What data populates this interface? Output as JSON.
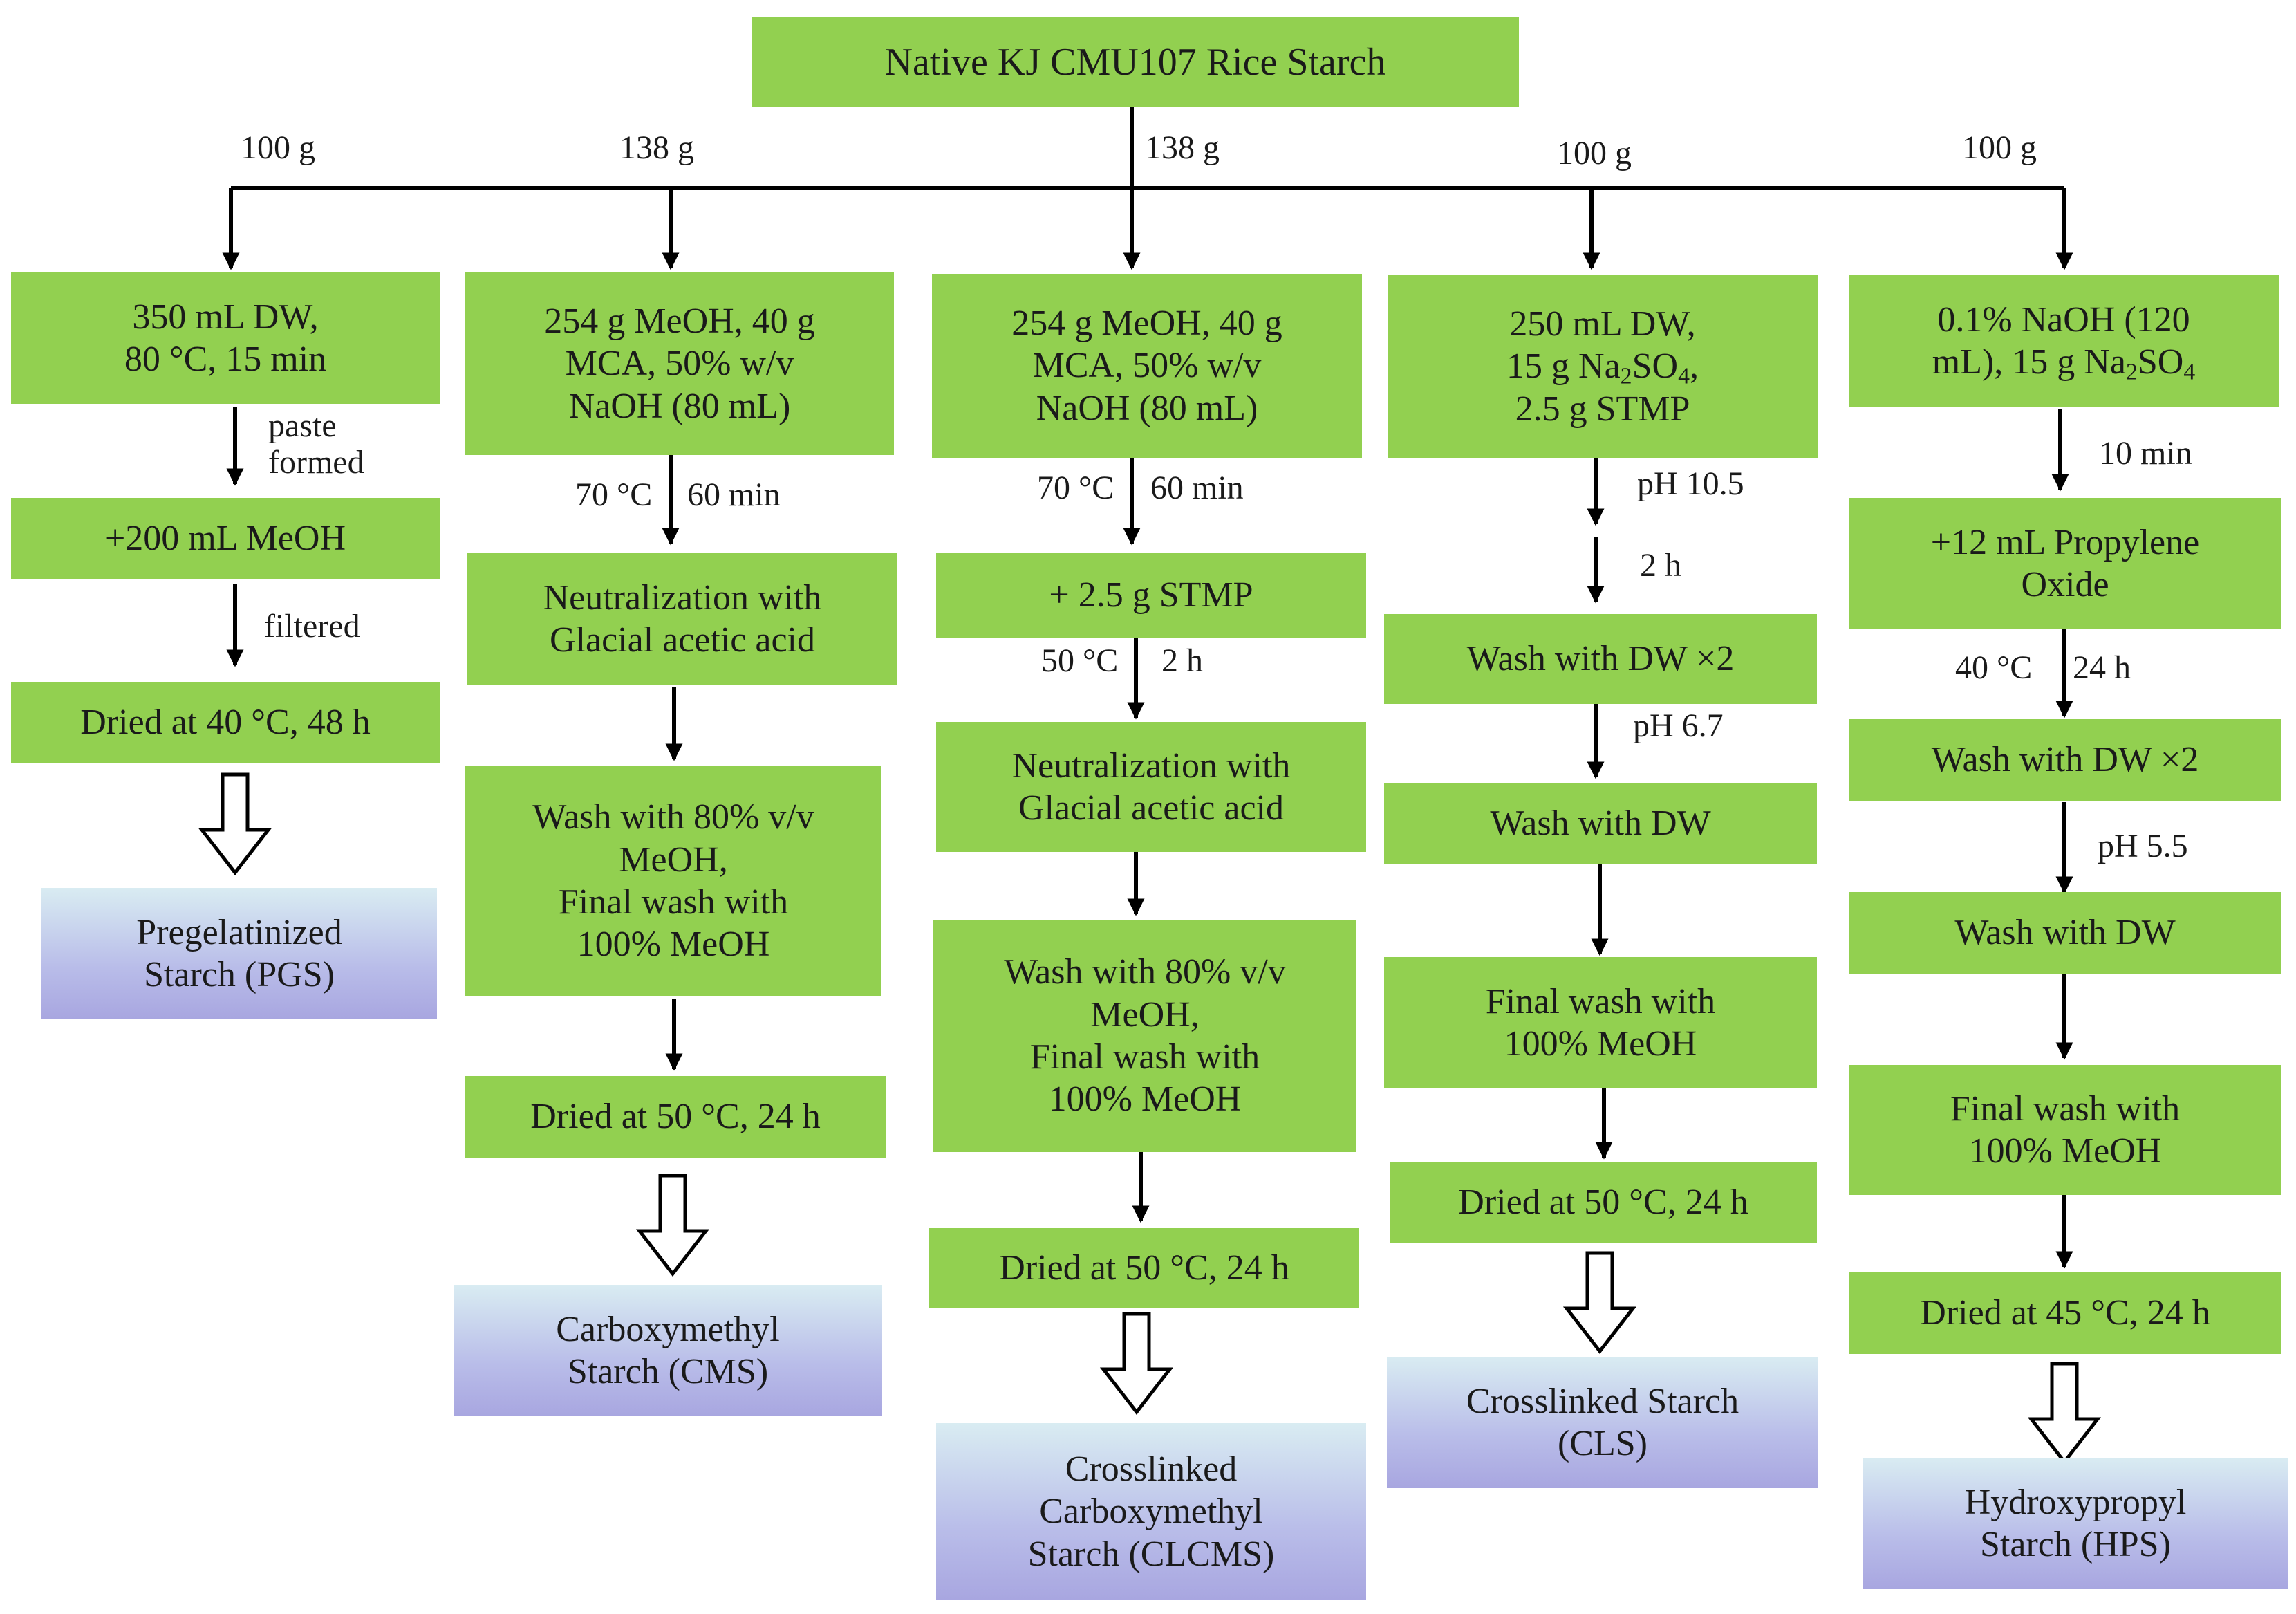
{
  "root": {
    "label": "Native KJ CMU107 Rice Starch"
  },
  "amounts": [
    "100 g",
    "138 g",
    "138 g",
    "100 g",
    "100 g"
  ],
  "columns": [
    {
      "steps": [
        "350 mL DW,\n80 °C, 15 min",
        "+200 mL MeOH",
        "Dried at 40 °C, 48 h"
      ],
      "conditions": [
        "paste\nformed",
        "filtered"
      ],
      "product": "Pregelatinized\nStarch (PGS)"
    },
    {
      "steps": [
        "254 g MeOH, 40 g\nMCA, 50% w/v\nNaOH (80 mL)",
        "Neutralization with\nGlacial acetic acid",
        "Wash with 80% v/v\nMeOH,\nFinal wash with\n100% MeOH",
        "Dried at 50 °C, 24 h"
      ],
      "conditions": [
        "70 °C",
        "60 min"
      ],
      "product": "Carboxymethyl\nStarch (CMS)"
    },
    {
      "steps": [
        "254 g MeOH, 40 g\nMCA, 50% w/v\nNaOH (80 mL)",
        "+ 2.5 g STMP",
        "Neutralization with\nGlacial acetic acid",
        "Wash with 80% v/v\nMeOH,\nFinal wash with\n100% MeOH",
        "Dried at 50 °C, 24 h"
      ],
      "conditions": [
        "70 °C",
        "60 min",
        "50 °C",
        "2 h"
      ],
      "product": "Crosslinked\nCarboxymethyl\nStarch (CLCMS)"
    },
    {
      "steps": [
        "250 mL DW,",
        "15 g Na",
        "2",
        "SO",
        "4",
        ",",
        "2.5 g STMP",
        "Wash with DW ×2",
        "Wash with DW",
        "Final wash with\n100% MeOH",
        "Dried at 50 °C, 24 h"
      ],
      "conditions": [
        "pH 10.5",
        "2 h",
        "pH 6.7"
      ],
      "product": "Crosslinked  Starch\n(CLS)"
    },
    {
      "steps": [
        "0.1% NaOH (120",
        "mL), 15 g Na",
        "2",
        "SO",
        "4",
        "+12 mL Propylene\nOxide",
        "Wash with DW ×2",
        "Wash with DW",
        "Final wash with\n100% MeOH",
        "Dried at 45 °C, 24 h"
      ],
      "conditions": [
        "10 min",
        "40 °C",
        "24 h",
        "pH 5.5"
      ],
      "product": "Hydroxypropyl\nStarch (HPS)"
    }
  ]
}
